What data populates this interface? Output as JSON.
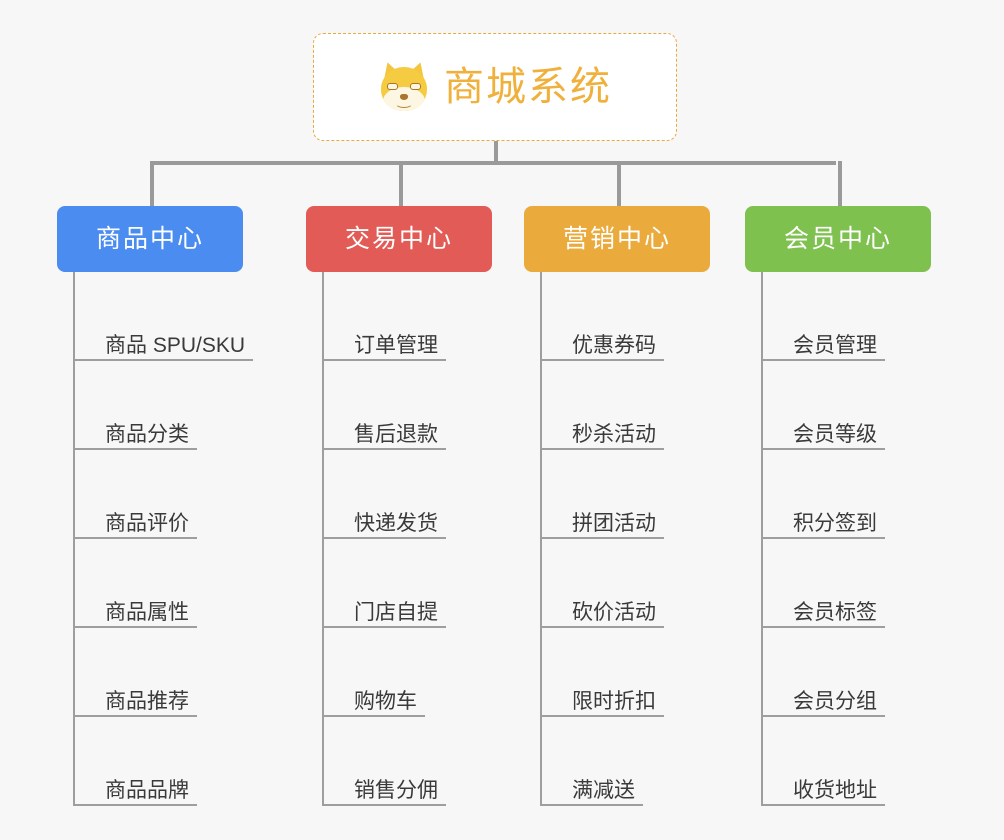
{
  "page": {
    "background_color": "#f7f7f7",
    "line_color": "#9a9a9a"
  },
  "root": {
    "icon": "shiba-dog-face-icon",
    "title": "商城系统",
    "text_color": "#f0b03c",
    "border_color": "#e9a93e",
    "background_color": "#ffffff"
  },
  "categories": [
    {
      "label": "商品中心",
      "color": "#4a8cf0",
      "items": [
        "商品 SPU/SKU",
        "商品分类",
        "商品评价",
        "商品属性",
        "商品推荐",
        "商品品牌"
      ]
    },
    {
      "label": "交易中心",
      "color": "#e35b57",
      "items": [
        "订单管理",
        "售后退款",
        "快递发货",
        "门店自提",
        "购物车",
        "销售分佣"
      ]
    },
    {
      "label": "营销中心",
      "color": "#eaab3c",
      "items": [
        "优惠券码",
        "秒杀活动",
        "拼团活动",
        "砍价活动",
        "限时折扣",
        "满减送"
      ]
    },
    {
      "label": "会员中心",
      "color": "#7ec councils"
    }
  ]
}
